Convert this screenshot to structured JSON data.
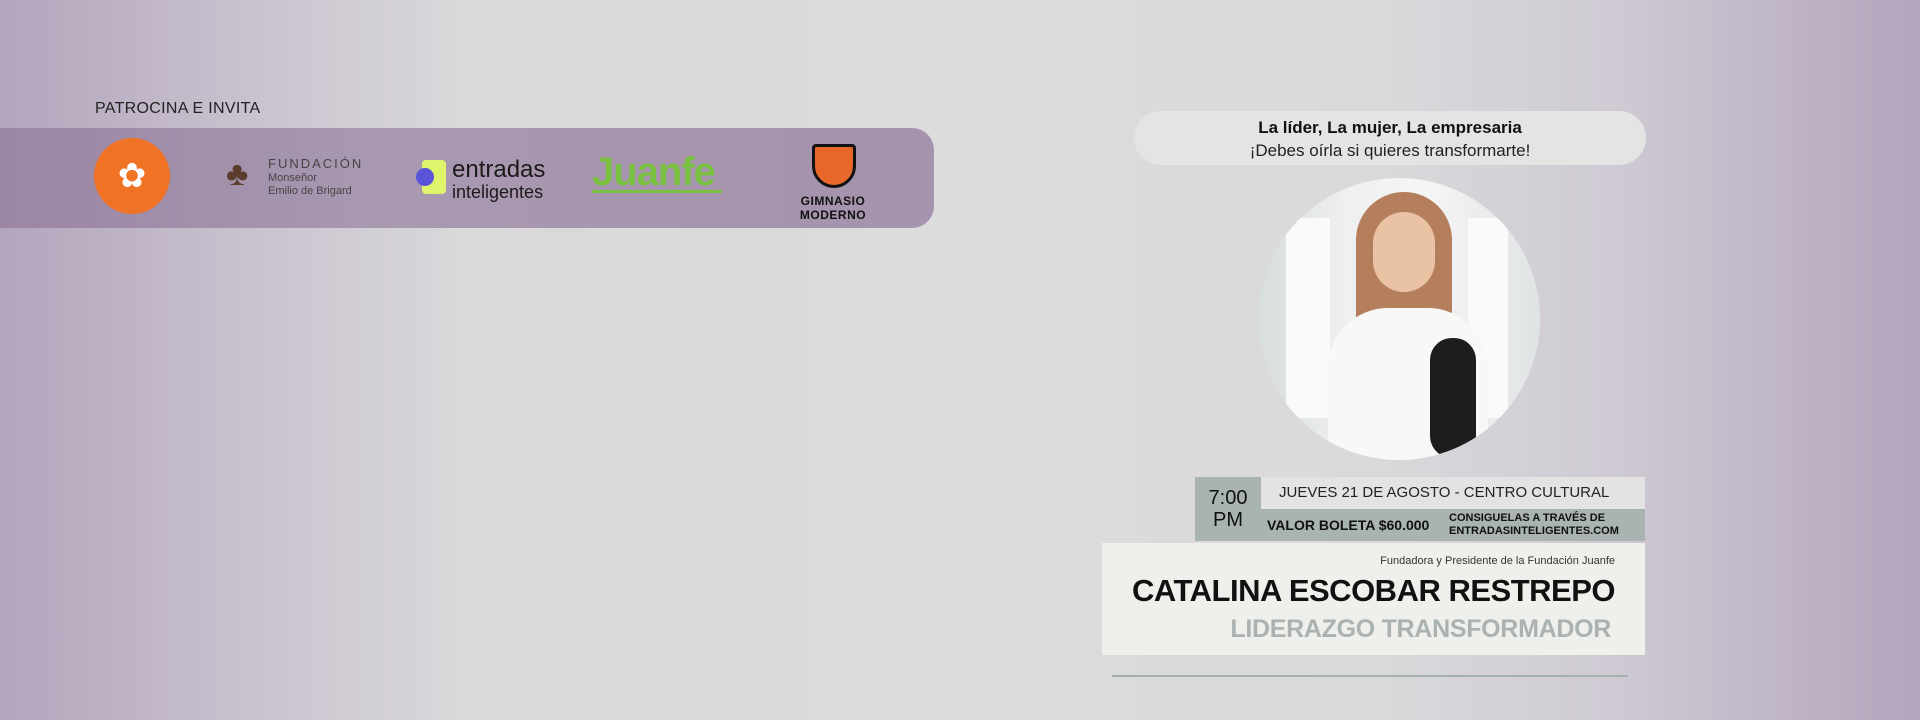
{
  "sponsors": {
    "title": "PATROCINA E INVITA",
    "fundacion": {
      "line1": "FUNDACIÓN",
      "line2": "Monseñor",
      "line3": "Emilio de Brigard"
    },
    "entradas": {
      "line1": "entradas",
      "line2": "inteligentes"
    },
    "juanfe": {
      "label": "Juanfe"
    },
    "gimnasio": {
      "label": "GIMNASIO MODERNO"
    }
  },
  "tagline": {
    "line1": "La líder, La mujer, La empresaria",
    "line2": "¡Debes oírla si quieres transformarte!"
  },
  "event": {
    "time": "7:00",
    "ampm": "PM",
    "date_place": "JUEVES 21 DE AGOSTO - CENTRO CULTURAL",
    "price": "VALOR BOLETA $60.000",
    "purchase_line1": "CONSIGUELAS A TRAVÉS DE",
    "purchase_line2": "ENTRADASINTELIGENTES.COM"
  },
  "speaker": {
    "role": "Fundadora y Presidente  de la  Fundación Juanfe",
    "name": "CATALINA ESCOBAR RESTREPO",
    "topic": "LIDERAZGO TRANSFORMADOR"
  },
  "colors": {
    "band": "#a693ad",
    "orange": "#f07224",
    "green": "#7cc242",
    "slate": "#a9b3b1"
  }
}
